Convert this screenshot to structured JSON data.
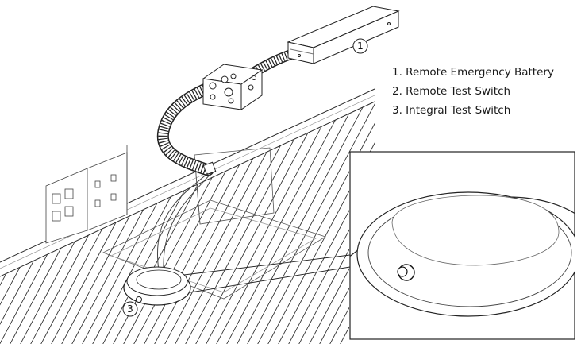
{
  "legend": {
    "items": [
      "1. Remote Emergency Battery",
      "2. Remote Test Switch",
      "3. Integral Test Switch"
    ]
  },
  "callouts": {
    "battery": "1",
    "integral_switch": "3"
  },
  "colors": {
    "line": "#2a2a2a",
    "light_line": "#8a8a8a",
    "background": "#ffffff"
  }
}
